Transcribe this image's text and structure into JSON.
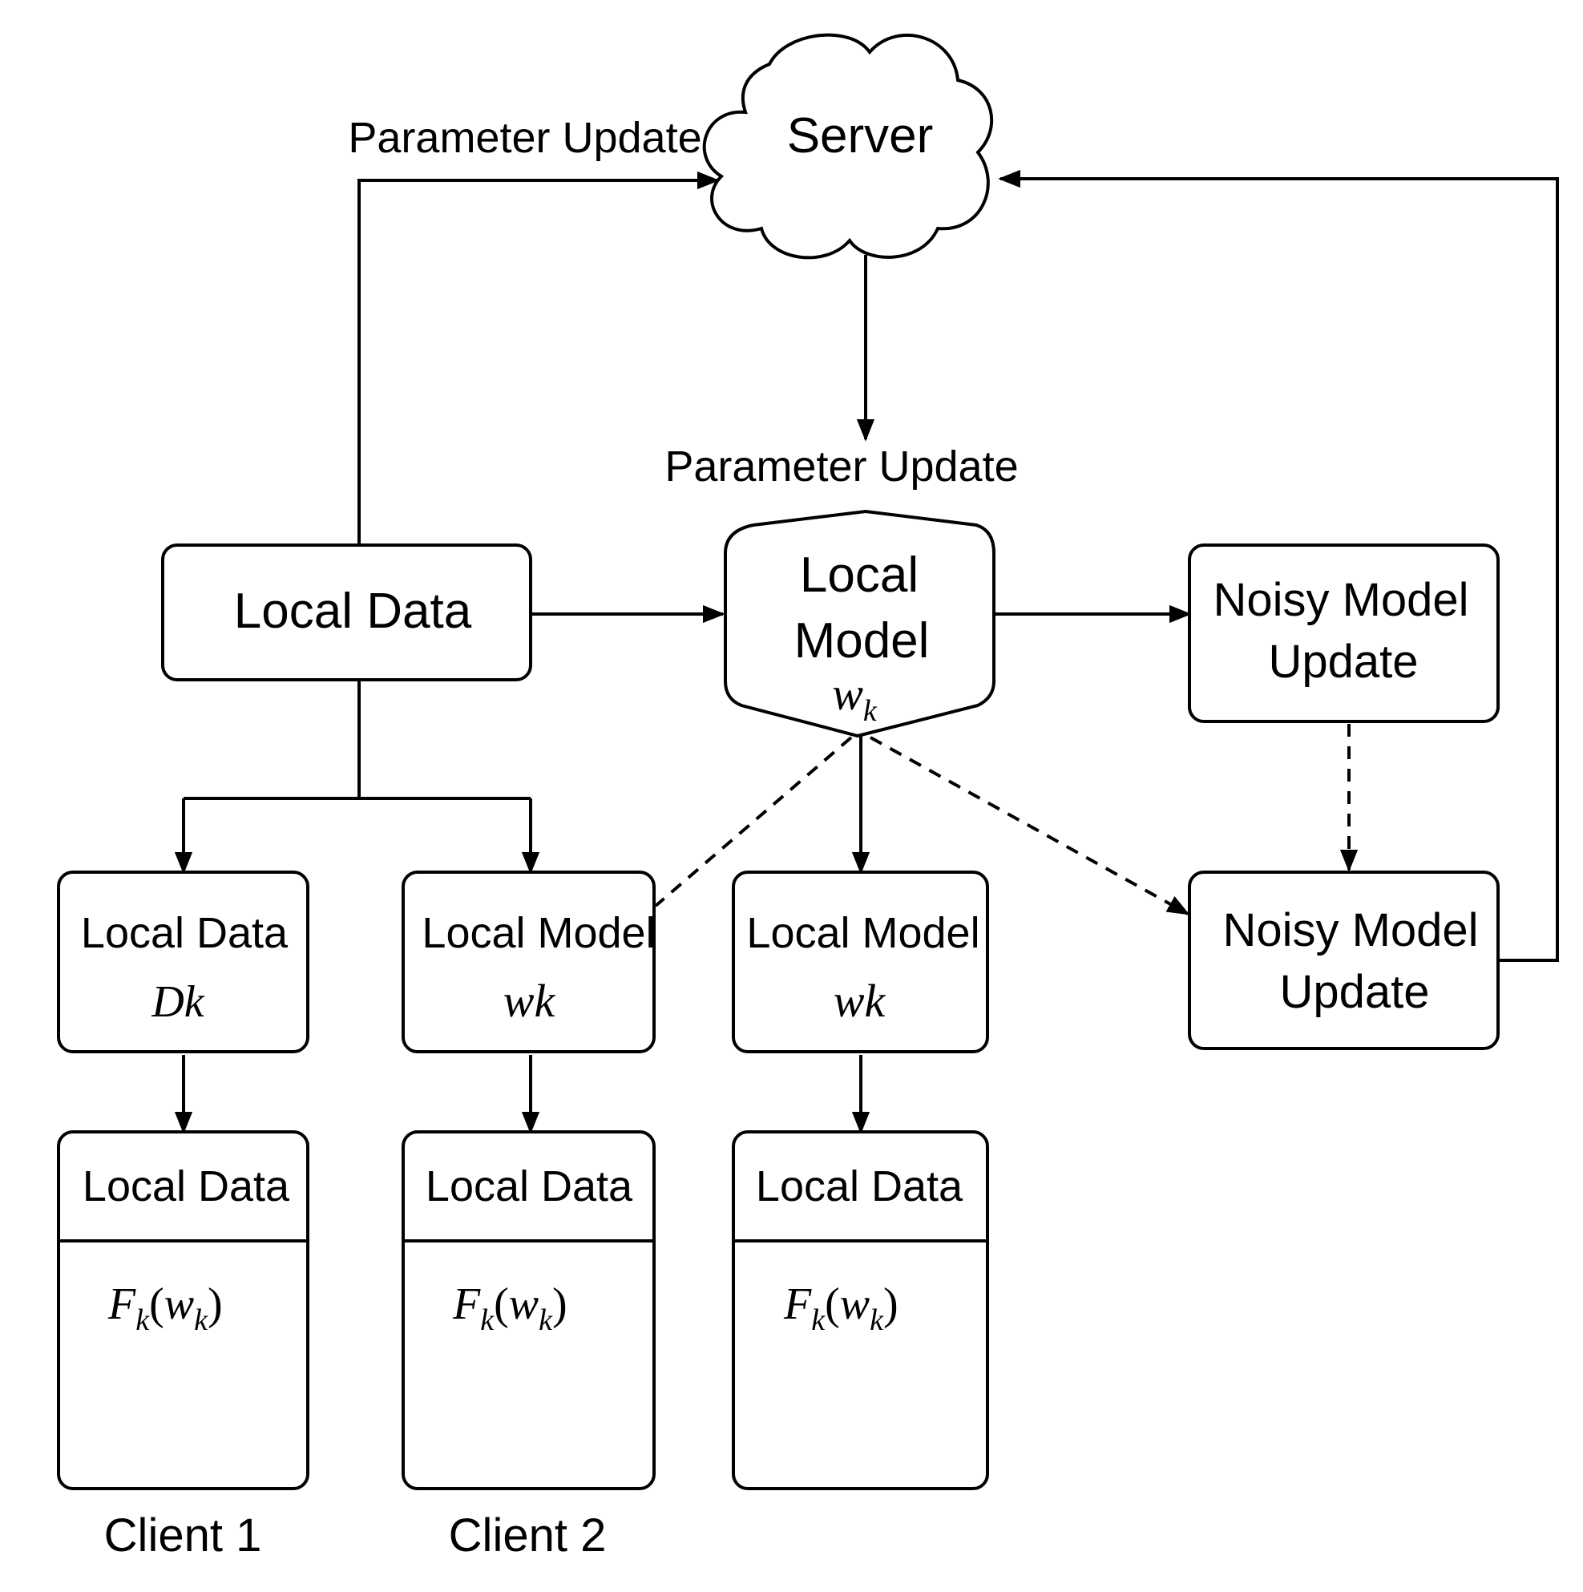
{
  "server": {
    "label": "Server"
  },
  "edge_labels": {
    "left_param_update": "Parameter Update",
    "center_param_update": "Parameter Update"
  },
  "top_local_data": {
    "label": "Local Data"
  },
  "center_local_model": {
    "line1": "Local",
    "line2": "Model",
    "symbol": "w",
    "subscript": "k"
  },
  "noisy_update_top": {
    "line1": "Noisy Model",
    "line2": "Update"
  },
  "noisy_update_bottom": {
    "line1": "Noisy Model",
    "line2": "Update"
  },
  "middle_boxes": [
    {
      "title": "Local Data",
      "symbol": "D",
      "subscript": "k"
    },
    {
      "title": "Local Model",
      "symbol": "w",
      "subscript": "k"
    },
    {
      "title": "Local Model",
      "symbol": "w",
      "subscript": "k"
    }
  ],
  "client_stacks": [
    {
      "header": "Local Data",
      "formula_f": "F",
      "formula_sub": "k",
      "formula_arg": "w",
      "formula_arg_sub": "k",
      "caption": "Client 1"
    },
    {
      "header": "Local Data",
      "formula_f": "F",
      "formula_sub": "k",
      "formula_arg": "w",
      "formula_arg_sub": "k",
      "caption": "Client 2"
    },
    {
      "header": "Local Data",
      "formula_f": "F",
      "formula_sub": "k",
      "formula_arg": "w",
      "formula_arg_sub": "k",
      "caption": ""
    }
  ]
}
